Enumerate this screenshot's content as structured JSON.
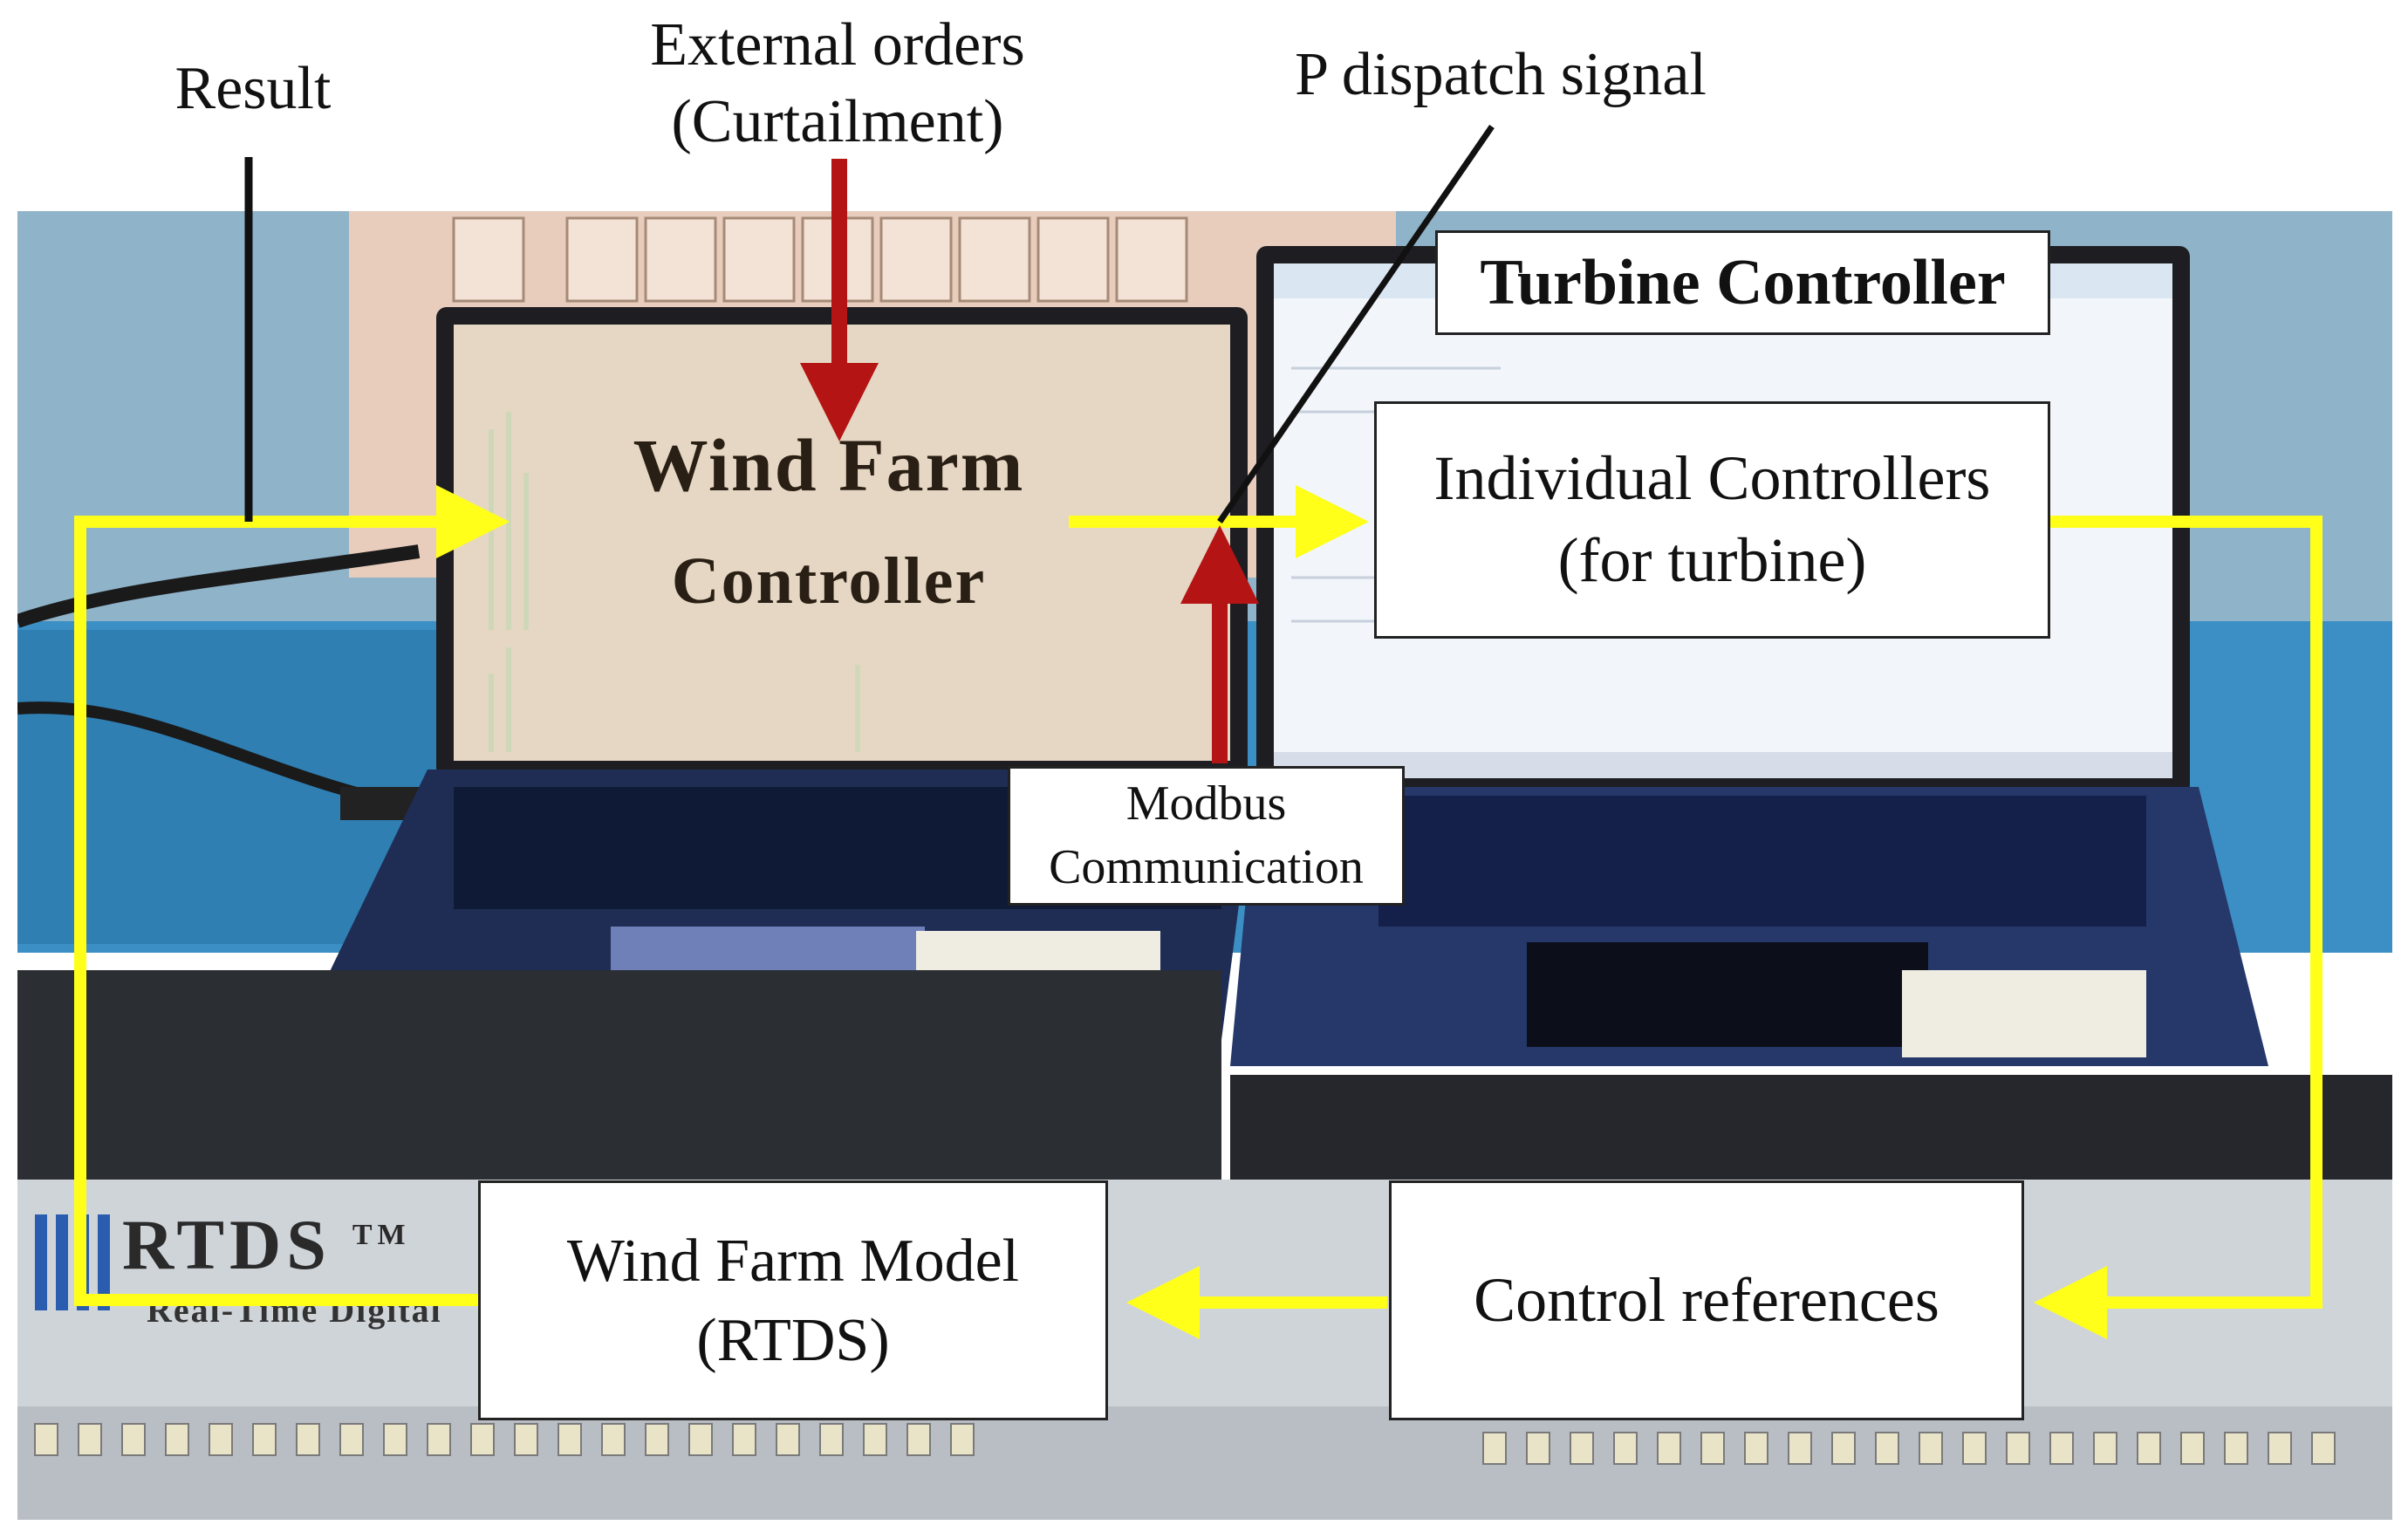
{
  "labels": {
    "result": "Result",
    "external_orders_line1": "External orders",
    "external_orders_line2": "(Curtailment)",
    "p_dispatch": "P dispatch signal"
  },
  "boxes": {
    "turbine_controller": "Turbine Controller",
    "individual_controllers_line1": "Individual Controllers",
    "individual_controllers_line2": "(for turbine)",
    "modbus_line1": "Modbus",
    "modbus_line2": "Communication",
    "wind_farm_model_line1": "Wind Farm Model",
    "wind_farm_model_line2": "(RTDS)",
    "control_references": "Control references"
  },
  "screen": {
    "wind_farm_line1": "Wind Farm",
    "wind_farm_line2": "Controller"
  },
  "equipment": {
    "rtds_brand": "RTDS",
    "rtds_tm": "TM",
    "rtds_subtitle": "Real-Time Digital"
  },
  "colors": {
    "loop_arrow": "#ffff1a",
    "order_arrow": "#b51414",
    "box_border": "#222222"
  }
}
